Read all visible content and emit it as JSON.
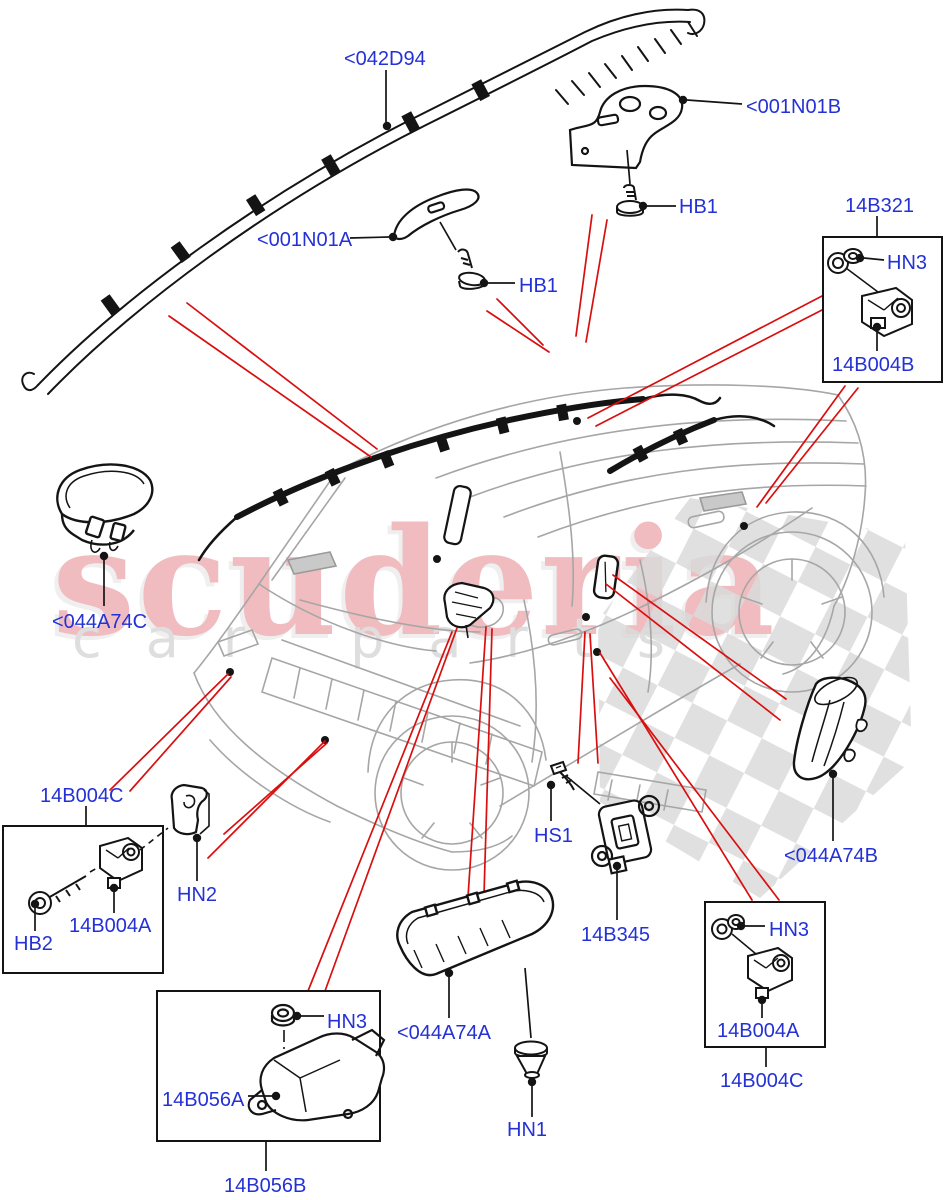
{
  "watermark": {
    "brand": "scuderia",
    "tagline": "car parts"
  },
  "colors": {
    "label_blue": "#2431d6",
    "leader_red": "#d90f0f",
    "part_black": "#141414",
    "vehicle_gray": "#a6a6a6",
    "watermark_pink": "#f0bcc0",
    "watermark_gray": "#dedede",
    "flag_gray": "#dadada"
  },
  "labels": {
    "l042d94": {
      "text": "<042D94"
    },
    "l001n01b": {
      "text": "<001N01B"
    },
    "hb1_right": {
      "text": "HB1"
    },
    "l14b321": {
      "text": "14B321"
    },
    "hn3_top": {
      "text": "HN3"
    },
    "l14b004b": {
      "text": "14B004B"
    },
    "l001n01a": {
      "text": "<001N01A"
    },
    "hb1_left": {
      "text": "HB1"
    },
    "l044a74c": {
      "text": "<044A74C"
    },
    "l14b004c_left": {
      "text": "14B004C"
    },
    "hn2": {
      "text": "HN2"
    },
    "l14b004a_left": {
      "text": "14B004A"
    },
    "hb2": {
      "text": "HB2"
    },
    "hs1": {
      "text": "HS1"
    },
    "l14b345": {
      "text": "14B345"
    },
    "l044a74b": {
      "text": "<044A74B"
    },
    "hn3_right": {
      "text": "HN3"
    },
    "l14b004a_right": {
      "text": "14B004A"
    },
    "l14b004c_right": {
      "text": "14B004C"
    },
    "hn3_bottom": {
      "text": "HN3"
    },
    "l14b056a": {
      "text": "14B056A"
    },
    "l14b056b": {
      "text": "14B056B"
    },
    "l044a74a": {
      "text": "<044A74A"
    },
    "hn1": {
      "text": "HN1"
    }
  }
}
